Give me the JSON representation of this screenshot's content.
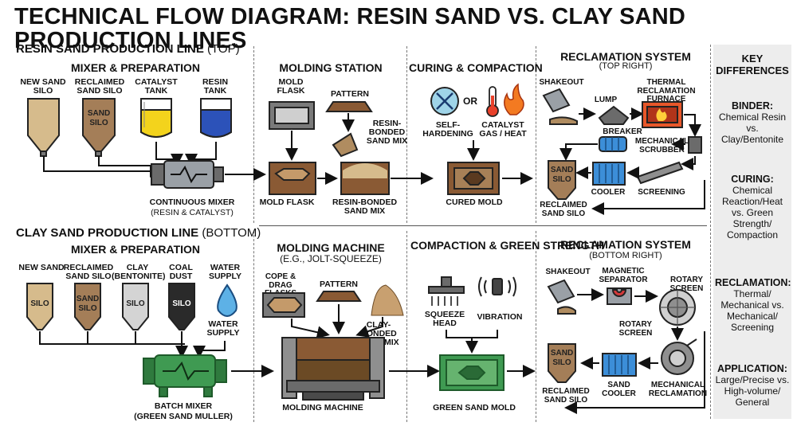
{
  "title": "TECHNICAL FLOW DIAGRAM: RESIN SAND vs. CLAY SAND PRODUCTION LINES",
  "resin": {
    "section": "RESIN SAND PRODUCTION LINE",
    "section_paren": "(TOP)",
    "mixer_header": "MIXER & PREPARATION",
    "inputs": [
      "NEW SAND SILO",
      "RECLAIMED SAND SILO",
      "CATALYST TANK",
      "RESIN TANK"
    ],
    "silo_text": "SAND SILO",
    "mixer_label": "CONTINUOUS MIXER",
    "mixer_sub": "(RESIN & CATALYST)",
    "molding_header": "MOLDING STATION",
    "mold_flask_top": "MOLD FLASK",
    "pattern": "PATTERN",
    "resin_bonded_mix": "RESIN-BONDED SAND MIX",
    "mold_flask_bottom": "MOLD FLASK",
    "resin_bonded_mix_bottom": "RESIN-BONDED SAND MIX",
    "curing_header": "CURING & COMPACTION",
    "or": "OR",
    "self_hardening": "SELF-HARDENING",
    "catalyst_gas": "CATALYST GAS / HEAT",
    "cured_mold": "CURED MOLD",
    "reclamation_header": "RECLAMATION SYSTEM",
    "reclamation_sub": "(TOP RIGHT)",
    "shakeout": "SHAKEOUT",
    "lump_breaker_a": "LUMP",
    "lump_breaker_b": "BREAKER",
    "thermal_furnace": "THERMAL RECLAMATION FURNACE",
    "mech_scrubber": "MECHANICAL SCRUBBER",
    "cooler": "COOLER",
    "screening": "SCREENING",
    "reclaimed_silo": "RECLAIMED SAND SILO"
  },
  "clay": {
    "section": "CLAY SAND PRODUCTION LINE",
    "section_paren": "(BOTTOM)",
    "mixer_header": "MIXER & PREPARATION",
    "inputs": [
      "NEW SAND",
      "RECLAIMED SAND SILO",
      "CLAY (BENTONITE)",
      "COAL DUST",
      "WATER SUPPLY"
    ],
    "silo_word": "SILO",
    "silo_text": "SAND SILO",
    "water_supply": "WATER SUPPLY",
    "mixer_label": "BATCH MIXER",
    "mixer_sub": "(GREEN SAND MULLER)",
    "molding_header": "MOLDING MACHINE",
    "molding_sub": "(e.g., JOLT-SQUEEZE)",
    "cope_drag": "COPE & DRAG FLASKS",
    "pattern": "PATTERN",
    "clay_bonded_mix": "CLAY-BONDED SAND MIX",
    "molding_machine": "MOLDING MACHINE",
    "compaction_header": "COMPACTION & GREEN STRENGTH",
    "squeeze_head": "SQUEEZE HEAD",
    "vibration": "VIBRATION",
    "green_mold": "GREEN SAND MOLD",
    "reclamation_header": "RECLAMATION SYSTEM",
    "reclamation_sub": "(BOTTOM RIGHT)",
    "shakeout": "SHAKEOUT",
    "magnetic_separator": "MAGNETIC SEPARATOR",
    "rotary_screen_top": "ROTARY SCREEN",
    "rotary_screen_mid": "ROTARY SCREEN",
    "sand_cooler": "SAND COOLER",
    "mech_reclamation": "MECHANICAL RECLAMATION",
    "reclaimed_silo": "RECLAIMED SAND SILO"
  },
  "key": {
    "header": "KEY DIFFERENCES",
    "items": [
      {
        "head": "BINDER:",
        "body": "Chemical Resin vs. Clay/Bentonite"
      },
      {
        "head": "CURING:",
        "body": "Chemical Reaction/Heat vs. Green Strength/ Compaction"
      },
      {
        "head": "RECLAMATION:",
        "body": "Thermal/ Mechanical vs. Mechanical/ Screening"
      },
      {
        "head": "APPLICATION:",
        "body": "Large/Precise vs. High-volume/ General"
      }
    ]
  },
  "colors": {
    "new_sand": "#d6bb8c",
    "reclaimed_sand": "#a47e58",
    "catalyst": "#f3d31c",
    "resin": "#2c52b9",
    "clay": "#d4d4d4",
    "coal": "#2a2a2a",
    "green_machine": "#3f9a52",
    "furnace": "#e8572a",
    "cooler": "#3c8ed8",
    "wood_mold": "#8a5a34"
  }
}
